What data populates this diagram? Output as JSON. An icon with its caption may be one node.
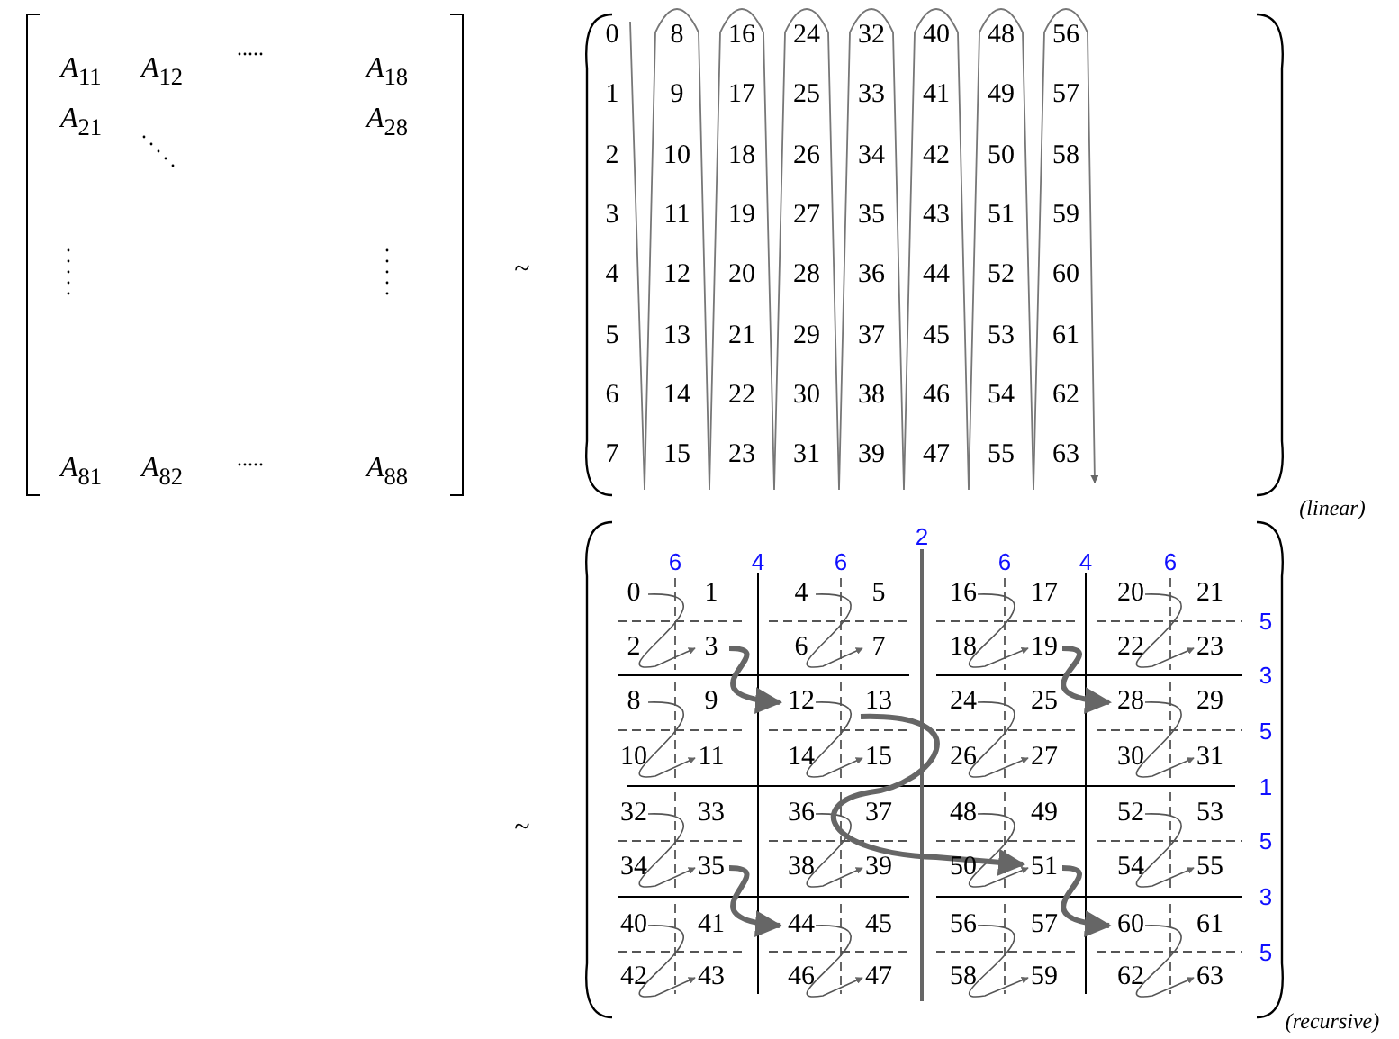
{
  "diagram": {
    "labels": [
      "*A*$_{11}$",
      "*A*$_{12}$",
      "*A*$_{18}$",
      "*A*$_{21}$",
      "*A*$_{28}$",
      "*A*$_{81}$",
      "*A*$_{82}$",
      "*A*$_{88}$",
      "~",
      "0",
      "8",
      "16",
      "24",
      "32",
      "40",
      "48",
      "56",
      "1",
      "9",
      "17",
      "25",
      "33",
      "41",
      "49",
      "57",
      "2",
      "10",
      "18",
      "26",
      "34",
      "42",
      "50",
      "58",
      "3",
      "11",
      "19",
      "27",
      "35",
      "43",
      "51",
      "59",
      "4",
      "12",
      "20",
      "28",
      "36",
      "44",
      "52",
      "60",
      "5",
      "13",
      "21",
      "29",
      "37",
      "45",
      "53",
      "61",
      "6",
      "14",
      "22",
      "30",
      "38",
      "46",
      "54",
      "62",
      "7",
      "15",
      "23",
      "31",
      "39",
      "47",
      "55",
      "63",
      "(linear)",
      "~",
      "6",
      "4",
      "6",
      "2",
      "6",
      "4",
      "6",
      "0",
      "1",
      "4",
      "5",
      "16",
      "17",
      "20",
      "21",
      "5",
      "2",
      "3",
      "6",
      "7",
      "18",
      "19",
      "22",
      "23",
      "3",
      "8",
      "9",
      "12",
      "13",
      "24",
      "25",
      "28",
      "29",
      "5",
      "10",
      "11",
      "14",
      "15",
      "26",
      "27",
      "30",
      "31",
      "1",
      "32",
      "33",
      "36",
      "37",
      "48",
      "49",
      "52",
      "53",
      "5",
      "34",
      "35",
      "38",
      "39",
      "50",
      "51",
      "54",
      "55",
      "3",
      "40",
      "41",
      "44",
      "45",
      "56",
      "57",
      "60",
      "61",
      "5",
      "42",
      "43",
      "46",
      "47",
      "58",
      "59",
      "62",
      "63",
      "(recursive)"
    ]
  }
}
